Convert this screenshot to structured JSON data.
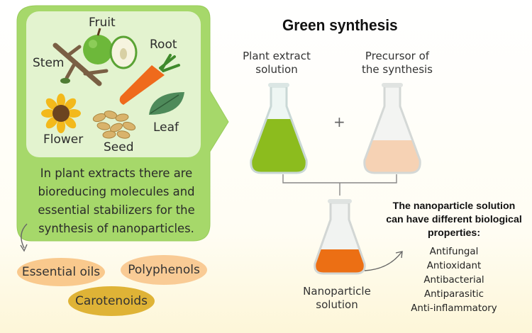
{
  "title": "Green synthesis",
  "plant_parts": {
    "fruit": "Fruit",
    "root": "Root",
    "stem": "Stem",
    "flower": "Flower",
    "seed": "Seed",
    "leaf": "Leaf"
  },
  "bubble_text": "In plant extracts there are bioreducing molecules and essential stabilizers for the synthesis of nanoparticles.",
  "compounds": {
    "essential_oils": "Essential oils",
    "polyphenols": "Polyphenols",
    "carotenoids": "Carotenoids"
  },
  "flasks": {
    "plant_extract_label_1": "Plant extract",
    "plant_extract_label_2": "solution",
    "precursor_label_1": "Precursor of",
    "precursor_label_2": "the synthesis",
    "nanoparticle_label_1": "Nanoparticle",
    "nanoparticle_label_2": "solution",
    "plus": "+"
  },
  "properties": {
    "heading_1": "The nanoparticle solution",
    "heading_2": "can have different biological",
    "heading_3": "properties:",
    "items": [
      "Antifungal",
      "Antioxidant",
      "Antibacterial",
      "Antiparasitic",
      "Anti-inflammatory"
    ]
  },
  "colors": {
    "bubble_outer": "#a6d86a",
    "bubble_inner": "#e3f3cf",
    "plant_extract_liquid": "#8cbc1e",
    "precursor_liquid": "#f6d2b4",
    "nanoparticle_liquid": "#ec6f14",
    "essential_oils_fill": "#f9c98d",
    "polyphenols_fill": "#f9cb95",
    "carotenoids_fill": "#dfb336"
  }
}
